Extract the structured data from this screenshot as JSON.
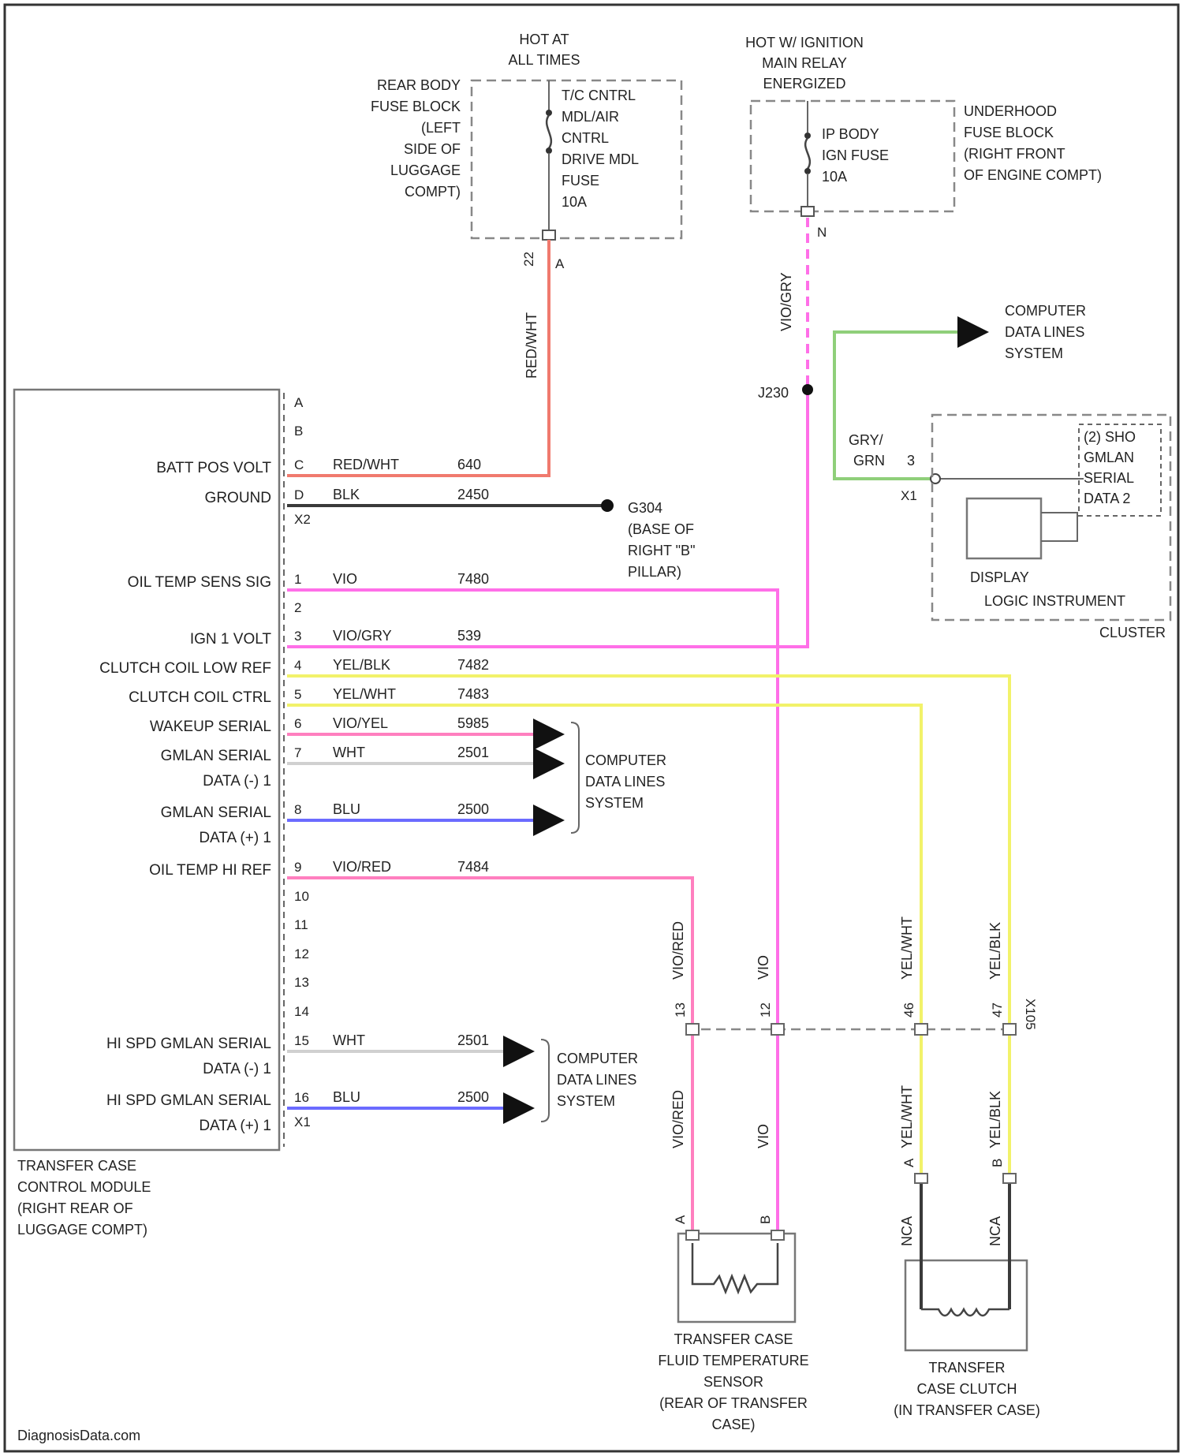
{
  "colors": {
    "red": "#f07a6e",
    "black": "#3a3a3a",
    "violet": "#ff6fe8",
    "pink": "#ff7fbf",
    "yellow": "#f2f26a",
    "white": "#d0d0d0",
    "blue": "#6b6bff",
    "green": "#8fcf7a"
  },
  "header": {
    "hot_at_all_times": [
      "HOT AT",
      "ALL TIMES"
    ],
    "hot_w_ignition": [
      "HOT W/ IGNITION",
      "MAIN RELAY",
      "ENERGIZED"
    ]
  },
  "rear_fuse_block": {
    "label": [
      "REAR BODY",
      "FUSE BLOCK",
      "(LEFT",
      "SIDE OF",
      "LUGGAGE",
      "COMPT)"
    ],
    "fuse": [
      "T/C CNTRL",
      "MDL/AIR",
      "CNTRL",
      "DRIVE MDL",
      "FUSE",
      "10A"
    ],
    "pin_a": "22",
    "pin_b": "A",
    "wire_label": "RED/WHT"
  },
  "underhood_fuse_block": {
    "label": [
      "UNDERHOOD",
      "FUSE BLOCK",
      "(RIGHT FRONT",
      "OF ENGINE COMPT)"
    ],
    "fuse": [
      "IP BODY",
      "IGN FUSE",
      "10A"
    ],
    "pin": "N",
    "wire_label": "VIO/GRY",
    "splice": "J230"
  },
  "module": {
    "label": [
      "TRANSFER CASE",
      "CONTROL MODULE",
      "(RIGHT REAR OF",
      "LUGGAGE COMPT)"
    ],
    "connector_top": "X2",
    "connector_bottom": "X1",
    "unused_pins": [
      "A",
      "B"
    ],
    "pins": [
      {
        "pin": "C",
        "name": [
          "BATT POS VOLT"
        ],
        "color": "RED/WHT",
        "circuit": "640"
      },
      {
        "pin": "D",
        "name": [
          "GROUND"
        ],
        "color": "BLK",
        "circuit": "2450"
      },
      {
        "pin": "1",
        "name": [
          "OIL TEMP SENS SIG"
        ],
        "color": "VIO",
        "circuit": "7480"
      },
      {
        "pin": "2",
        "name": [],
        "color": "",
        "circuit": ""
      },
      {
        "pin": "3",
        "name": [
          "IGN 1 VOLT"
        ],
        "color": "VIO/GRY",
        "circuit": "539"
      },
      {
        "pin": "4",
        "name": [
          "CLUTCH COIL LOW REF"
        ],
        "color": "YEL/BLK",
        "circuit": "7482"
      },
      {
        "pin": "5",
        "name": [
          "CLUTCH COIL CTRL"
        ],
        "color": "YEL/WHT",
        "circuit": "7483"
      },
      {
        "pin": "6",
        "name": [
          "WAKEUP SERIAL"
        ],
        "color": "VIO/YEL",
        "circuit": "5985"
      },
      {
        "pin": "7",
        "name": [
          "GMLAN SERIAL",
          "DATA (-) 1"
        ],
        "color": "WHT",
        "circuit": "2501"
      },
      {
        "pin": "8",
        "name": [
          "GMLAN SERIAL",
          "DATA (+) 1"
        ],
        "color": "BLU",
        "circuit": "2500"
      },
      {
        "pin": "9",
        "name": [
          "OIL TEMP HI REF"
        ],
        "color": "VIO/RED",
        "circuit": "7484"
      },
      {
        "pin": "10",
        "name": [],
        "color": "",
        "circuit": ""
      },
      {
        "pin": "11",
        "name": [],
        "color": "",
        "circuit": ""
      },
      {
        "pin": "12",
        "name": [],
        "color": "",
        "circuit": ""
      },
      {
        "pin": "13",
        "name": [],
        "color": "",
        "circuit": ""
      },
      {
        "pin": "14",
        "name": [],
        "color": "",
        "circuit": ""
      },
      {
        "pin": "15",
        "name": [
          "HI SPD GMLAN SERIAL",
          "DATA (-) 1"
        ],
        "color": "WHT",
        "circuit": "2501"
      },
      {
        "pin": "16",
        "name": [
          "HI SPD GMLAN SERIAL",
          "DATA (+) 1"
        ],
        "color": "BLU",
        "circuit": "2500"
      }
    ]
  },
  "ground": {
    "id": "G304",
    "label": [
      "(BASE OF",
      "RIGHT \"B\"",
      "PILLAR)"
    ]
  },
  "computer_data_lines": [
    "COMPUTER",
    "DATA LINES",
    "SYSTEM"
  ],
  "instrument_cluster": {
    "wire": [
      "GRY/",
      "GRN",
      "3"
    ],
    "connector": "X1",
    "internal": [
      "(2) SHO",
      "GMLAN",
      "SERIAL",
      "DATA 2"
    ],
    "display": "DISPLAY",
    "label": [
      "LOGIC INSTRUMENT",
      "CLUSTER"
    ]
  },
  "inline_connector": {
    "id": "X105",
    "pins": [
      {
        "pin": "13",
        "color": "VIO/RED"
      },
      {
        "pin": "12",
        "color": "VIO"
      },
      {
        "pin": "46",
        "color": "YEL/WHT"
      },
      {
        "pin": "47",
        "color": "YEL/BLK"
      }
    ]
  },
  "fluid_temp_sensor": {
    "pins": [
      {
        "pin": "A",
        "color": "VIO/RED"
      },
      {
        "pin": "B",
        "color": "VIO"
      }
    ],
    "label": [
      "TRANSFER CASE",
      "FLUID TEMPERATURE",
      "SENSOR",
      "(REAR OF TRANSFER",
      "CASE)"
    ]
  },
  "clutch": {
    "pins": [
      {
        "pin": "A",
        "color": "YEL/WHT",
        "lead": "NCA"
      },
      {
        "pin": "B",
        "color": "YEL/BLK",
        "lead": "NCA"
      }
    ],
    "label": [
      "TRANSFER",
      "CASE CLUTCH",
      "(IN TRANSFER CASE)"
    ]
  },
  "watermark": "DiagnosisData.com"
}
